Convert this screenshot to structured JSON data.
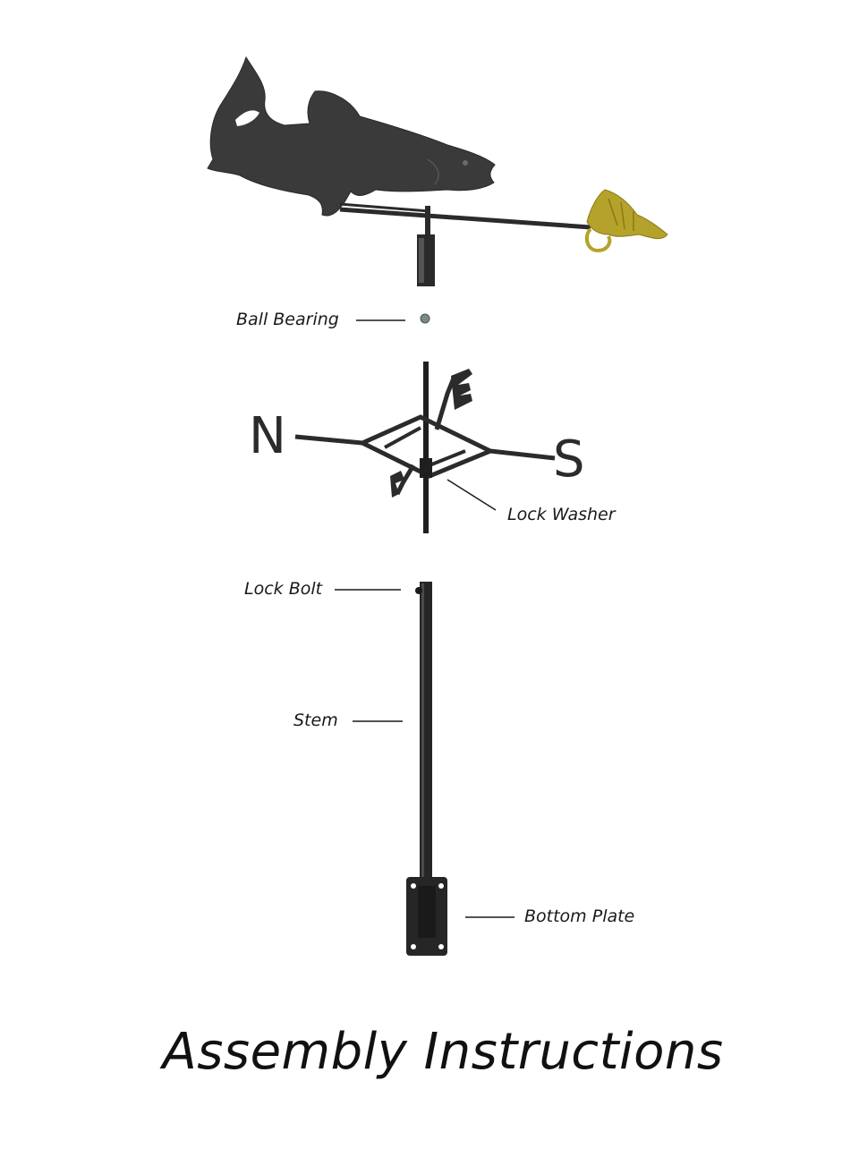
{
  "labels": {
    "ball_bearing": "Ball Bearing",
    "lock_washer": "Lock Washer",
    "lock_bolt": "Lock Bolt",
    "stem": "Stem",
    "bottom_plate": "Bottom Plate"
  },
  "directionals": {
    "north": "N",
    "south": "S"
  },
  "title": "Assembly Instructions",
  "colors": {
    "metal": "#2b2b2b",
    "fish_body": "#3a3a3a",
    "fly_lure": "#b5a22a",
    "text": "#1a1a1a"
  }
}
